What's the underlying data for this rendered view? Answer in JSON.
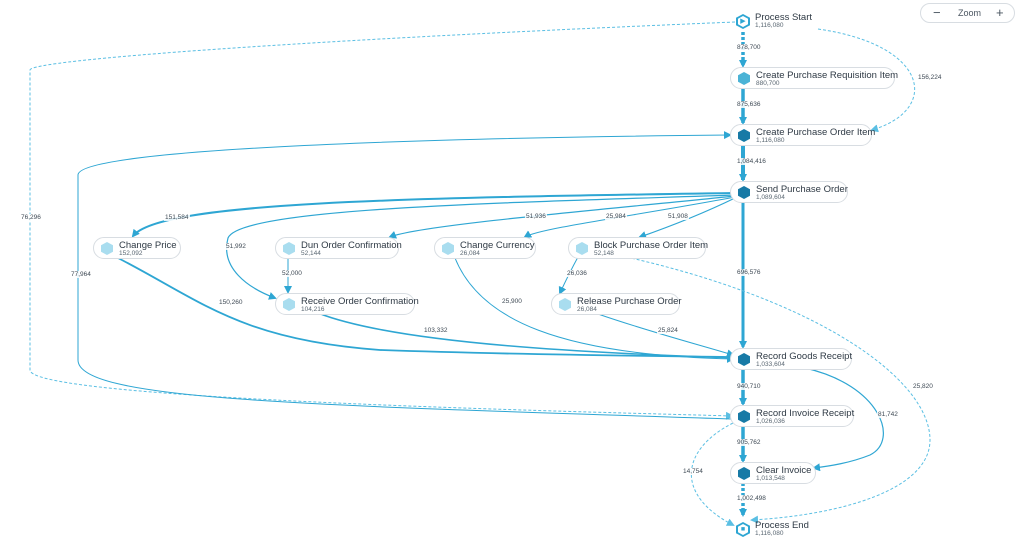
{
  "zoom": {
    "label": "Zoom",
    "minus": "−",
    "plus": "+"
  },
  "colors": {
    "edge": "#2ea6d3",
    "edge_dashed": "#5bbfe3",
    "node_dark": "#177aa6",
    "node_mid": "#4bb3d6",
    "node_light": "#a9ddef",
    "label": "#2f3a45"
  },
  "endpoints": {
    "start": {
      "label": "Process Start",
      "count": "1,116,080",
      "glyph": "▶"
    },
    "end": {
      "label": "Process End",
      "count": "1,116,080",
      "glyph": "■"
    }
  },
  "nodes": {
    "n1": {
      "label": "Create Purchase Requisition Item",
      "count": "880,700",
      "shade": "mid"
    },
    "n2": {
      "label": "Create Purchase Order Item",
      "count": "1,116,080",
      "shade": "dark"
    },
    "n3": {
      "label": "Send Purchase Order",
      "count": "1,089,604",
      "shade": "dark"
    },
    "n4": {
      "label": "Change Price",
      "count": "152,092",
      "shade": "light"
    },
    "n5": {
      "label": "Dun Order Confirmation",
      "count": "52,144",
      "shade": "light"
    },
    "n6": {
      "label": "Change Currency",
      "count": "26,084",
      "shade": "light"
    },
    "n7": {
      "label": "Block Purchase Order Item",
      "count": "52,148",
      "shade": "light"
    },
    "n8": {
      "label": "Receive Order Confirmation",
      "count": "104,216",
      "shade": "light"
    },
    "n9": {
      "label": "Release Purchase Order",
      "count": "26,084",
      "shade": "light"
    },
    "n10": {
      "label": "Record Goods Receipt",
      "count": "1,033,604",
      "shade": "dark"
    },
    "n11": {
      "label": "Record Invoice Receipt",
      "count": "1,026,036",
      "shade": "dark"
    },
    "n12": {
      "label": "Clear Invoice",
      "count": "1,013,548",
      "shade": "dark"
    }
  },
  "edge_labels": {
    "e_start_n1": "878,700",
    "e_start_n2": "156,224",
    "e_start_n11": "76,296",
    "e_n1_n2": "875,636",
    "e_n2_n3": "1,084,416",
    "e_n3_n4": "151,584",
    "e_n3_n8": "51,992",
    "e_n3_n5": "51,936",
    "e_n3_n6": "25,984",
    "e_n3_n7": "51,908",
    "e_n3_n10": "696,576",
    "e_n11_n2": "77,964",
    "e_n5_n8": "52,000",
    "e_n7_n9": "26,036",
    "e_n4_n10": "150,260",
    "e_n6_n10": "25,900",
    "e_n8_n10": "103,332",
    "e_n9_n10": "25,824",
    "e_n7_end": "25,820",
    "e_n10_n11": "940,710",
    "e_n10_n12": "81,742",
    "e_n11_n12": "905,762",
    "e_n11_end": "14,754",
    "e_n12_end": "1,002,498"
  }
}
